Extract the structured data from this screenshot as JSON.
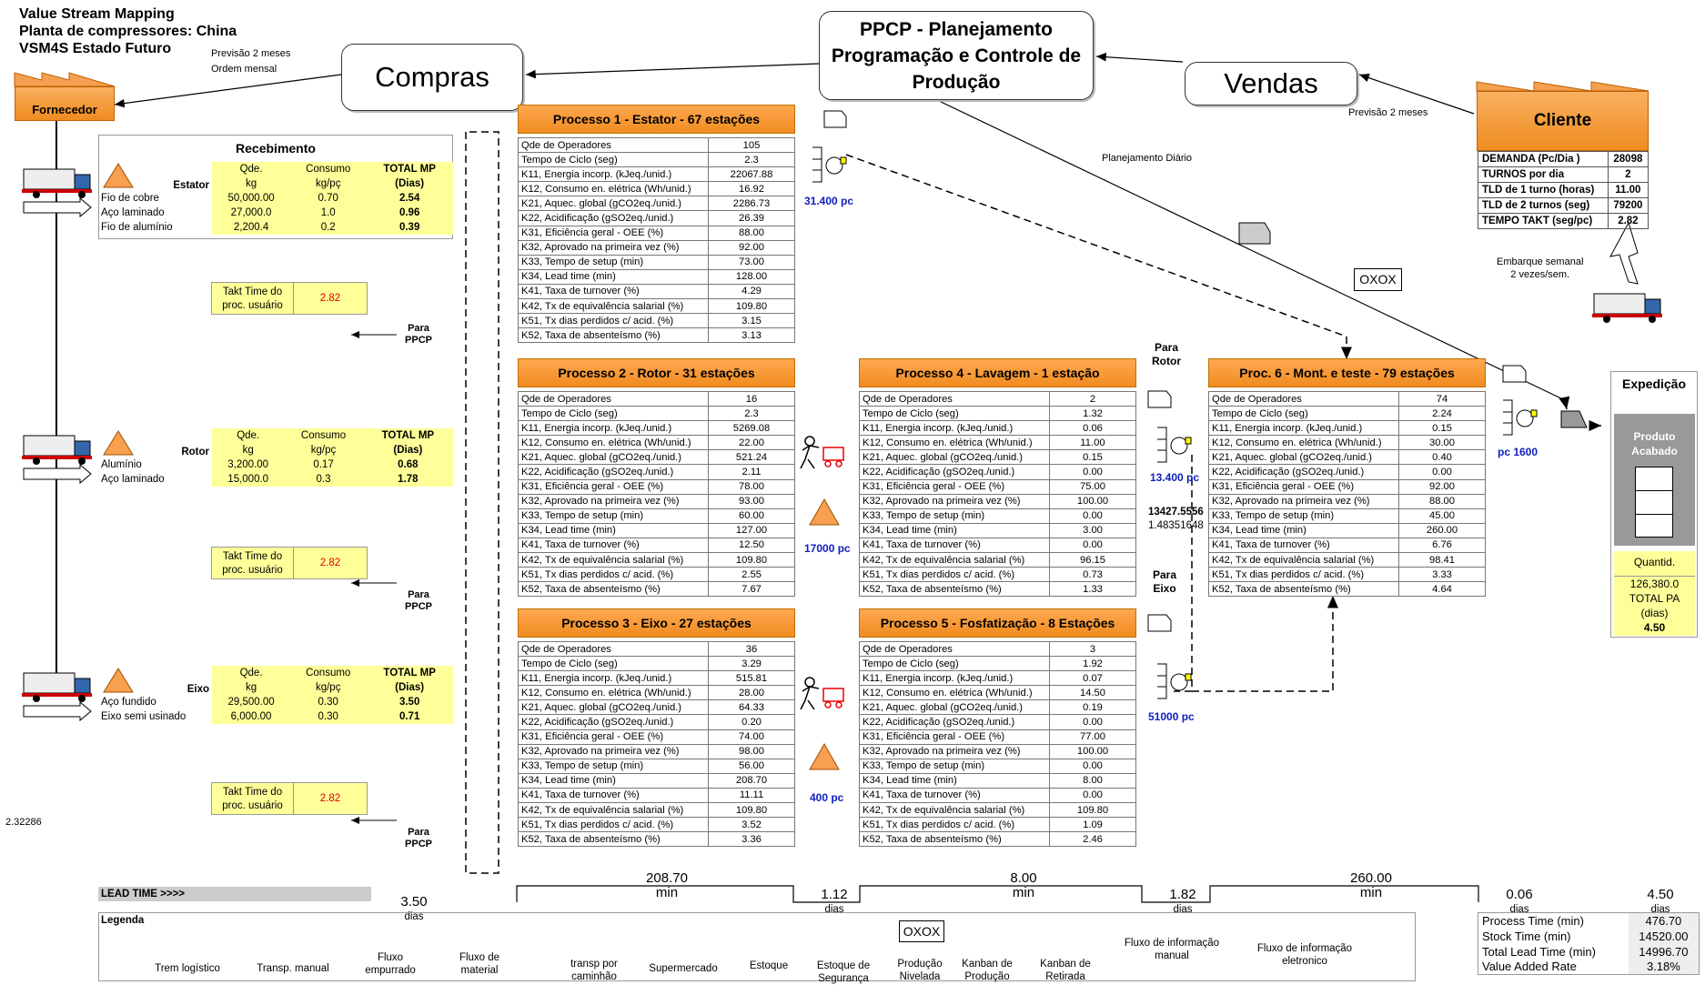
{
  "header": {
    "line1": "Value Stream Mapping",
    "line2": "Planta de compressores: China",
    "line3": "VSM4S Estado Futuro"
  },
  "notes": {
    "previsao_meses": "Previsão 2 meses",
    "ordem_mensal": "Ordem mensal",
    "previsao_cliente": "Previsão 2 meses",
    "planejamento": "Planejamento Diário",
    "embarque": "Embarque semanal",
    "embarque2": "2  vezes/sem.",
    "stray": "2.32286",
    "n1": "13427.5556",
    "n2": "1.48351648"
  },
  "boxes": {
    "compras": "Compras",
    "vendas": "Vendas",
    "ppcp": "PPCP - Planejamento Programação e Controle de Produção",
    "fornecedor": "Fornecedor",
    "cliente": "Cliente",
    "oxox": "OXOX"
  },
  "cliente_table": [
    [
      "DEMANDA (Pc/Dia )",
      "28098"
    ],
    [
      "TURNOS por dia",
      "2"
    ],
    [
      "TLD de 1 turno (horas)",
      "11.00"
    ],
    [
      "TLD de 2 turnos (seg)",
      "79200"
    ],
    [
      "TEMPO TAKT (seg/pc)",
      "2.82"
    ]
  ],
  "recebimento": {
    "title": "Recebimento",
    "head": [
      "Qde.",
      "Consumo",
      "TOTAL MP",
      "kg",
      "kg/pç",
      "(Dias)"
    ],
    "groups": [
      {
        "name": "Estator",
        "rows": [
          [
            "Fio de cobre",
            "50,000.00",
            "0.70",
            "2.54"
          ],
          [
            "Aço laminado",
            "27,000.0",
            "1.0",
            "0.96"
          ],
          [
            "Fio de alumínio",
            "2,200.4",
            "0.2",
            "0.39"
          ]
        ]
      },
      {
        "name": "Rotor",
        "rows": [
          [
            "Alumínio",
            "3,200.00",
            "0.17",
            "0.68"
          ],
          [
            "Aço laminado",
            "15,000.0",
            "0.3",
            "1.78"
          ]
        ]
      },
      {
        "name": "Eixo",
        "rows": [
          [
            "Aço fundido",
            "29,500.00",
            "0.30",
            "3.50"
          ],
          [
            "Eixo semi usinado",
            "6,000.00",
            "0.30",
            "0.71"
          ]
        ]
      }
    ],
    "takt_label": "Takt Time do proc. usuário",
    "takt_value": "2.82",
    "para_ppcp": "Para PPCP"
  },
  "labels": [
    "Qde de Operadores",
    "Tempo de Ciclo (seg)",
    "K11, Energia incorp. (kJeq./unid.)",
    "K12, Consumo en. elétrica (Wh/unid.)",
    "K21, Aquec. global (gCO2eq./unid.)",
    "K22, Acidificação (gSO2eq./unid.)",
    "K31, Eficiência geral - OEE (%)",
    "K32, Aprovado na primeira vez (%)",
    "K33, Tempo de setup (min)",
    "K34, Lead time (min)",
    "K41, Taxa de turnover (%)",
    "K42, Tx de equivalência salarial (%)",
    "K51, Tx dias perdidos c/ acid. (%)",
    "K52, Taxa de absenteísmo (%)"
  ],
  "processes": [
    {
      "title": "Processo 1 - Estator - 67 estações",
      "values": [
        "105",
        "2.3",
        "22067.88",
        "16.92",
        "2286.73",
        "26.39",
        "88.00",
        "92.00",
        "73.00",
        "128.00",
        "4.29",
        "109.80",
        "3.15",
        "3.13"
      ]
    },
    {
      "title": "Processo 2 - Rotor  - 31 estações",
      "values": [
        "16",
        "2.3",
        "5269.08",
        "22.00",
        "521.24",
        "2.11",
        "78.00",
        "93.00",
        "60.00",
        "127.00",
        "12.50",
        "109.80",
        "2.55",
        "7.67"
      ]
    },
    {
      "title": "Processo 3 - Eixo  - 27 estações",
      "values": [
        "36",
        "3.29",
        "515.81",
        "28.00",
        "64.33",
        "0.20",
        "74.00",
        "98.00",
        "56.00",
        "208.70",
        "11.11",
        "109.80",
        "3.52",
        "3.36"
      ]
    },
    {
      "title": "Processo 4 - Lavagem - 1 estação",
      "values": [
        "2",
        "1.32",
        "0.06",
        "11.00",
        "0.15",
        "0.00",
        "75.00",
        "100.00",
        "0.00",
        "3.00",
        "0.00",
        "96.15",
        "0.73",
        "1.33"
      ]
    },
    {
      "title": "Processo 5 - Fosfatização - 8 Estações",
      "values": [
        "3",
        "1.92",
        "0.07",
        "14.50",
        "0.19",
        "0.00",
        "77.00",
        "100.00",
        "0.00",
        "8.00",
        "0.00",
        "109.80",
        "1.09",
        "2.46"
      ]
    },
    {
      "title": "Proc. 6 - Mont. e teste - 79 estações",
      "labels_override": {
        "9": "K34, Lead time (min)"
      },
      "values": [
        "74",
        "2.24",
        "0.15",
        "30.00",
        "0.40",
        "0.00",
        "92.00",
        "88.00",
        "45.00",
        "260.00",
        "6.76",
        "98.41",
        "3.33",
        "4.64"
      ]
    }
  ],
  "stocks": {
    "s1": "31.400 pc",
    "s2": "17000 pc",
    "s3": "400 pc",
    "s4": "13.400 pc",
    "s5": "51000 pc",
    "s6": "pc 1600",
    "para_rotor": "Para Rotor",
    "para_eixo": "Para Eixo"
  },
  "expedicao": {
    "title": "Expedição",
    "produto": "Produto Acabado",
    "quantid": "Quantid.",
    "valor": "126,380.0",
    "total": "TOTAL PA",
    "dias": "(dias)",
    "dias_val": "4.50"
  },
  "timeline": {
    "label": "LEAD TIME >>>>",
    "steps": [
      {
        "v": "3.50",
        "u": "dias"
      },
      {
        "v": "208.70",
        "u": "min"
      },
      {
        "v": "1.12",
        "u": "dias"
      },
      {
        "v": "8.00",
        "u": "min"
      },
      {
        "v": "1.82",
        "u": "dias"
      },
      {
        "v": "260.00",
        "u": "min"
      },
      {
        "v": "0.06",
        "u": "dias"
      },
      {
        "v": "4.50",
        "u": "dias"
      }
    ]
  },
  "summary": [
    [
      "Process Time (min)",
      "476.70"
    ],
    [
      "Stock Time (min)",
      "14520.00"
    ],
    [
      "Total Lead Time (min)",
      "14996.70"
    ],
    [
      "Value Added Rate",
      "3.18%"
    ]
  ],
  "legend": {
    "title": "Legenda",
    "items": [
      "Trem logístico",
      "Transp. manual",
      "Fluxo empurrado",
      "Fluxo de material",
      "transp por caminhão",
      "Supermercado",
      "Estoque",
      "Estoque de Segurança",
      "Produção Nivelada",
      "Kanban de Produção",
      "Kanban de Retirada",
      "Fluxo de informação manual",
      "Fluxo de informação eletronico"
    ],
    "oxox": "OXOX"
  },
  "colors": {
    "orange": "#f08c20",
    "yellow": "#ffff99",
    "blue": "#1020c0",
    "red": "#e00000"
  }
}
